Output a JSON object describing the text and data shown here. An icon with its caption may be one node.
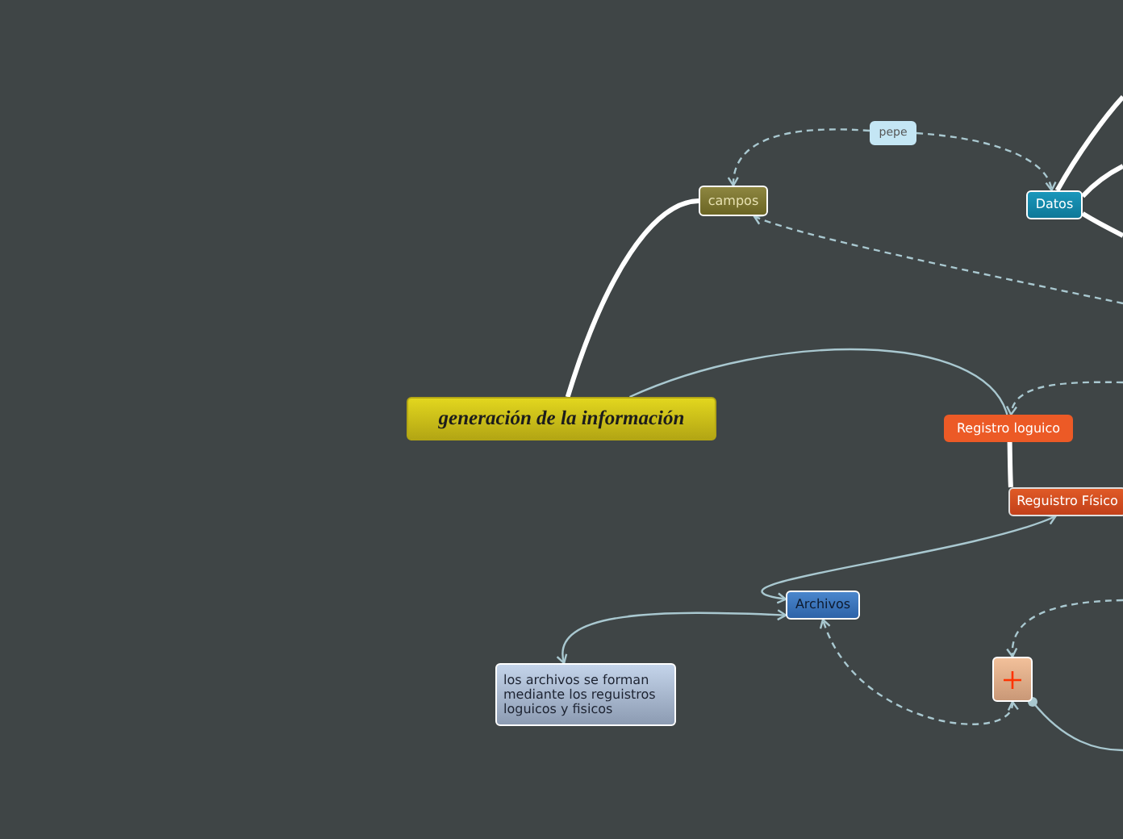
{
  "diagram": {
    "nodes": [
      {
        "text": [
          "generación de la información"
        ]
      },
      {
        "text": [
          "campos"
        ]
      },
      {
        "text": [
          "pepe"
        ]
      },
      {
        "text": [
          "Datos"
        ]
      },
      {
        "text": [
          "Registro loguico"
        ]
      },
      {
        "text": [
          "Reguistro Físico"
        ]
      },
      {
        "text": [
          "Archivos"
        ]
      },
      {
        "text": [
          "los archivos se forman mediante los reguistros loguicos y fisicos"
        ]
      },
      {
        "text": [],
        "shape": "box"
      }
    ],
    "edges": [
      {
        "from": 0,
        "to": 1,
        "arrow": "none",
        "style": "thick",
        "color": "#ffffff"
      },
      {
        "from": 0,
        "to": 4,
        "arrow": "none"
      },
      {
        "from": 2,
        "to": 1,
        "arrow": "to",
        "style": "dashed"
      },
      {
        "from": 2,
        "to": 3,
        "arrow": "to",
        "style": "dashed"
      },
      {
        "from": 3,
        "to": null,
        "arrow": "none",
        "style": "thick",
        "color": "#ffffff"
      },
      {
        "from": 3,
        "to": null,
        "arrow": "none",
        "style": "thick",
        "color": "#ffffff"
      },
      {
        "from": 3,
        "to": null,
        "arrow": "none",
        "style": "thick",
        "color": "#ffffff"
      },
      {
        "from": null,
        "to": 1,
        "arrow": "to",
        "style": "dashed"
      },
      {
        "from": null,
        "to": 4,
        "arrow": "to",
        "style": "dashed"
      },
      {
        "from": 4,
        "to": 5,
        "arrow": "none",
        "style": "thick",
        "color": "#ffffff"
      },
      {
        "from": 6,
        "to": 5,
        "arrow": "both"
      },
      {
        "from": 6,
        "to": 7,
        "arrow": "both"
      },
      {
        "from": 8,
        "to": 6,
        "arrow": "both",
        "style": "dashed"
      },
      {
        "from": null,
        "to": 8,
        "arrow": "to",
        "style": "dashed"
      },
      {
        "from": 8,
        "to": null,
        "arrow": "other"
      }
    ]
  }
}
